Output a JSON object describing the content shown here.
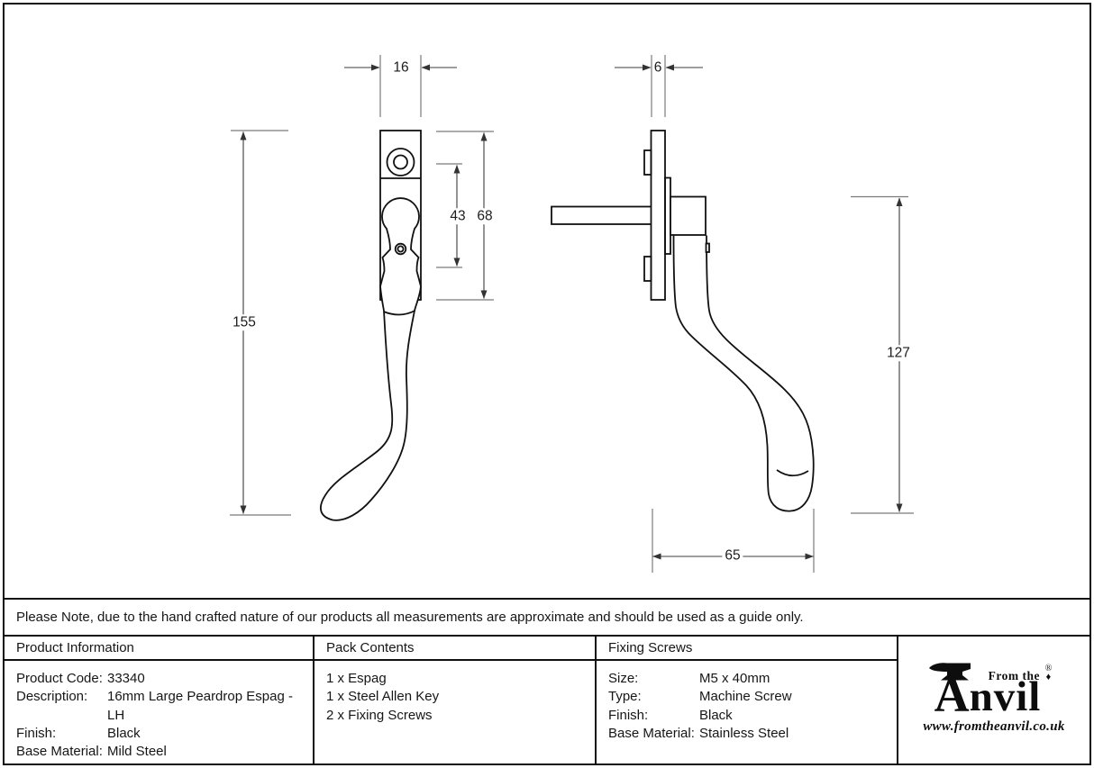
{
  "drawing": {
    "dims": {
      "front_plate_width": "16",
      "side_plate_thickness": "6",
      "keyhole_length": "43",
      "plate_length": "68",
      "overall_length": "155",
      "handle_drop": "127",
      "handle_projection": "65"
    }
  },
  "note": "Please Note, due to the hand crafted nature of our products all measurements are approximate and should be used as a guide only.",
  "product_info": {
    "header": "Product Information",
    "rows": [
      {
        "label": "Product Code:",
        "value": "33340"
      },
      {
        "label": "Description:",
        "value": "16mm Large Peardrop Espag - LH"
      },
      {
        "label": "Finish:",
        "value": "Black"
      },
      {
        "label": "Base Material:",
        "value": "Mild Steel"
      }
    ]
  },
  "pack_contents": {
    "header": "Pack Contents",
    "items": [
      "1 x Espag",
      "1 x Steel Allen Key",
      "2 x Fixing Screws"
    ]
  },
  "fixing_screws": {
    "header": "Fixing Screws",
    "rows": [
      {
        "label": "Size:",
        "value": "M5 x 40mm"
      },
      {
        "label": "Type:",
        "value": "Machine Screw"
      },
      {
        "label": "Finish:",
        "value": "Black"
      },
      {
        "label": "Base Material:",
        "value": "Stainless Steel"
      }
    ]
  },
  "logo": {
    "name_initial": "A",
    "name_rest": "nvil",
    "tagline": "From the",
    "diamond": "♦",
    "registered": "®",
    "url": "www.fromtheanvil.co.uk"
  }
}
